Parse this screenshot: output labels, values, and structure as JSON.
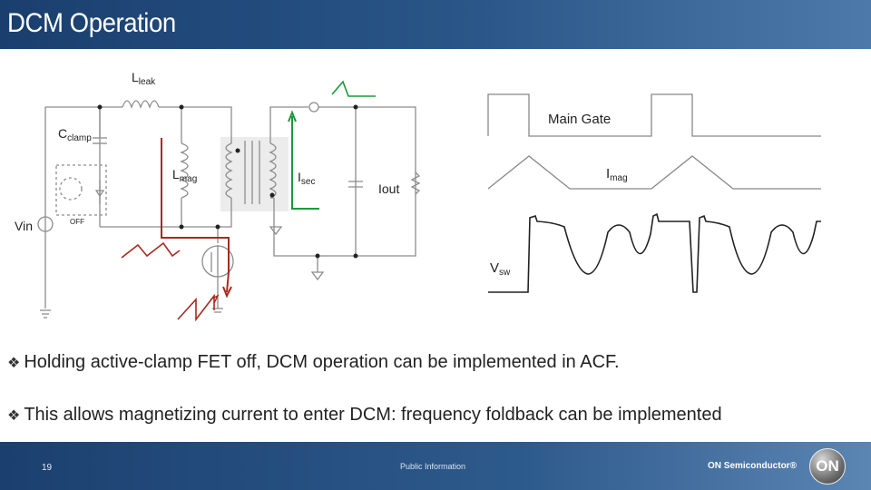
{
  "slide": {
    "title": "DCM Operation",
    "bullets": [
      "Holding active-clamp FET off, DCM operation can be implemented in ACF.",
      "This allows magnetizing current to enter DCM: frequency foldback can be implemented"
    ],
    "bullet_marker": "❖"
  },
  "circuit": {
    "l_leak": "L",
    "l_leak_sub": "leak",
    "c_clamp": "C",
    "c_clamp_sub": "clamp",
    "l_mag": "L",
    "l_mag_sub": "mag",
    "i_sec": "I",
    "i_sec_sub": "sec",
    "vin": "Vin",
    "off": "OFF",
    "iout": "Iout"
  },
  "waveforms": {
    "main_gate": "Main Gate",
    "i_mag": "I",
    "i_mag_sub": "mag",
    "v_sw": "V",
    "v_sw_sub": "sw"
  },
  "footer": {
    "page_number": "19",
    "classification": "Public Information",
    "brand": "ON Semiconductor®",
    "logo_text": "ON"
  },
  "colors": {
    "header_bg": "#1f4a7a",
    "red_trace": "#a62b20",
    "green_trace": "#1a9a3a",
    "wire": "#8c8c8c"
  }
}
